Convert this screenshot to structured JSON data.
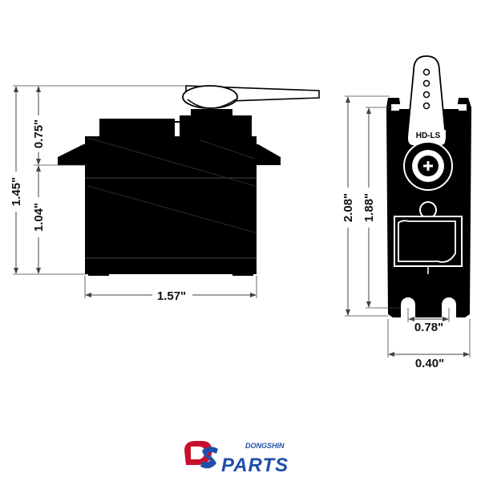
{
  "diagram": {
    "dimensions": {
      "total_height": "1.45\"",
      "upper_height": "0.75\"",
      "body_height": "1.04\"",
      "body_width": "1.57\"",
      "overall_length": "2.08\"",
      "mount_length": "1.88\"",
      "mount_width": "0.78\"",
      "body_depth": "0.40\""
    },
    "label": "HD-LS"
  },
  "logo": {
    "brand": "DONGSHIN",
    "product": "PARTS"
  },
  "colors": {
    "ink": "#000000",
    "dimension": "#444444",
    "logo_red": "#c8102e",
    "logo_blue": "#1f4fa8"
  }
}
